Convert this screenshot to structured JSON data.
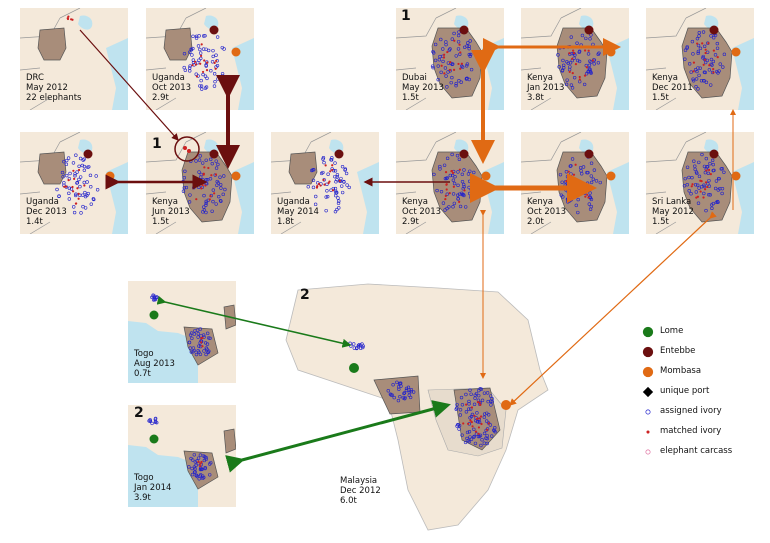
{
  "panels_top": [
    {
      "id": "drc",
      "lines": [
        "DRC",
        "May 2012",
        "22 elephants"
      ]
    },
    {
      "id": "uganda-oct13",
      "lines": [
        "Uganda",
        "Oct 2013",
        "2.9t"
      ]
    },
    {
      "id": "dubai",
      "lines": [
        "Dubai",
        "May 2013",
        "1.5t"
      ]
    },
    {
      "id": "kenya-jan13",
      "lines": [
        "Kenya",
        "Jan 2013",
        "3.8t"
      ]
    },
    {
      "id": "kenya-dec11",
      "lines": [
        "Kenya",
        "Dec 2011",
        "1.5t"
      ]
    }
  ],
  "panels_mid": [
    {
      "id": "uganda-dec13",
      "lines": [
        "Uganda",
        "Dec 2013",
        "1.4t"
      ]
    },
    {
      "id": "kenya-jun13",
      "lines": [
        "Kenya",
        "Jun 2013",
        "1.5t"
      ]
    },
    {
      "id": "uganda-may14",
      "lines": [
        "Uganda",
        "May 2014",
        "1.8t"
      ]
    },
    {
      "id": "kenya-oct13a",
      "lines": [
        "Kenya",
        "Oct 2013",
        "2.9t"
      ]
    },
    {
      "id": "kenya-oct13b",
      "lines": [
        "Kenya",
        "Oct 2013",
        "2.0t"
      ]
    },
    {
      "id": "srilanka",
      "lines": [
        "Sri Lanka",
        "May 2012",
        "1.5t"
      ]
    }
  ],
  "panels_low": [
    {
      "id": "togo-aug13",
      "lines": [
        "Togo",
        "Aug 2013",
        "0.7t"
      ]
    },
    {
      "id": "togo-jan14",
      "lines": [
        "Togo",
        "Jan 2014",
        "3.9t"
      ]
    }
  ],
  "big_map": {
    "lines": [
      "Malaysia",
      "Dec 2012",
      "6.0t"
    ]
  },
  "group_labels": {
    "g1a": "1",
    "g1b": "1",
    "g2a": "2",
    "g2b": "2"
  },
  "legend": [
    {
      "label": "Lome",
      "symbol": "big-dot",
      "color": "#1a7a1a"
    },
    {
      "label": "Entebbe",
      "symbol": "big-dot",
      "color": "#6b0f0f"
    },
    {
      "label": "Mombasa",
      "symbol": "big-dot",
      "color": "#e06a14"
    },
    {
      "label": "unique port",
      "symbol": "diamond",
      "color": "#000000"
    },
    {
      "label": "assigned ivory",
      "symbol": "ring",
      "color": "#2222cc"
    },
    {
      "label": "matched ivory",
      "symbol": "small-dot",
      "color": "#cc2222"
    },
    {
      "label": "elephant carcass",
      "symbol": "ring-pink",
      "color": "#e070a0"
    }
  ],
  "colors": {
    "land": "#f4e9da",
    "water": "#bfe3ef",
    "country": "#a88d7a",
    "lome": "#1a7a1a",
    "entebbe": "#6b0f0f",
    "mombasa": "#e06a14",
    "assigned": "#2222cc",
    "matched": "#cc2222"
  }
}
